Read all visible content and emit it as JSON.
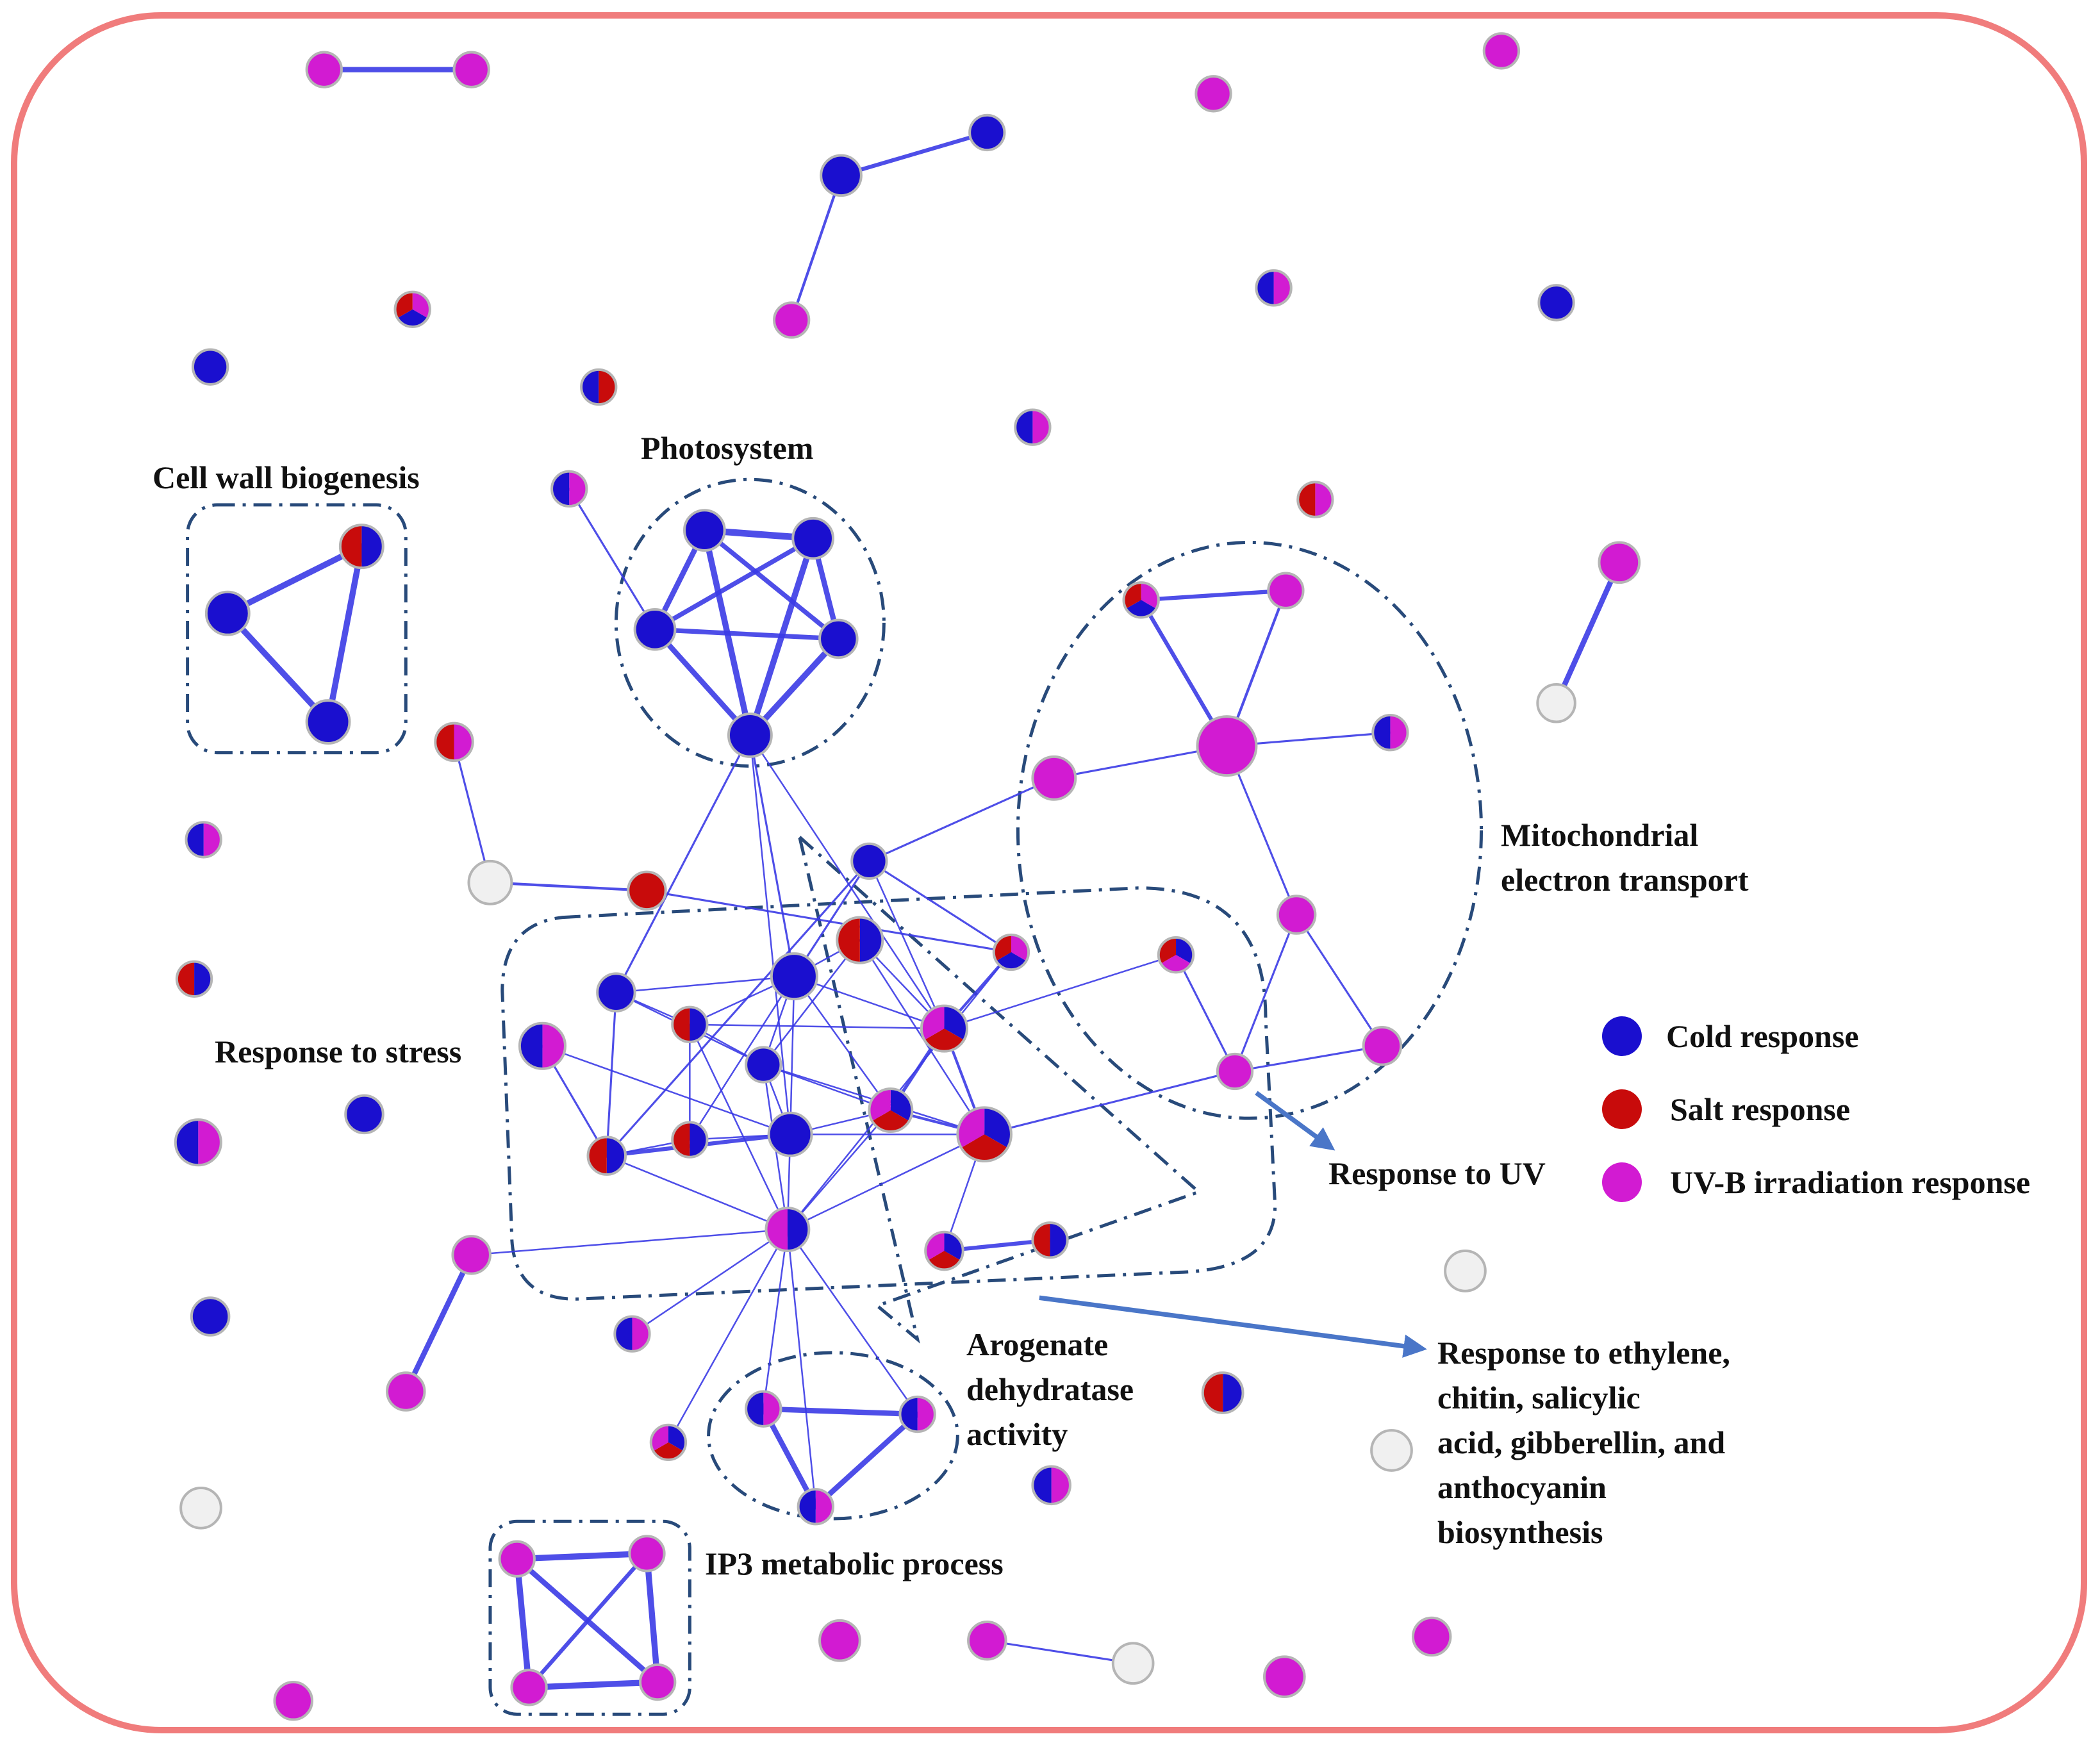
{
  "colors": {
    "cold": "#1a0fcf",
    "salt": "#c80b0b",
    "uvb": "#d21bd2",
    "none": "#f0f0f0",
    "edge": "#3b3be6",
    "frame": "#f07c7c",
    "group": "#284a7a",
    "arrow": "#4a76c8"
  },
  "labels": {
    "cell_wall": "Cell wall biogenesis",
    "photosystem": "Photosystem",
    "mito_1": "Mitochondrial",
    "mito_2": "electron transport",
    "stress": "Response to stress",
    "uv": "Response to UV",
    "arog_1": "Arogenate",
    "arog_2": "dehydratase",
    "arog_3": "activity",
    "eth_1": "Response to ethylene,",
    "eth_2": "chitin, salicylic",
    "eth_3": "acid,  gibberellin, and",
    "eth_4": "anthocyanin",
    "eth_5": "biosynthesis",
    "ip3": "IP3 metabolic process"
  },
  "legend": [
    {
      "key": "cold",
      "label": "Cold response",
      "color": "#1a0fcf"
    },
    {
      "key": "salt",
      "label": "Salt response",
      "color": "#c80b0b"
    },
    {
      "key": "uvb",
      "label": "UV-B irradiation response",
      "color": "#d21bd2"
    }
  ]
}
